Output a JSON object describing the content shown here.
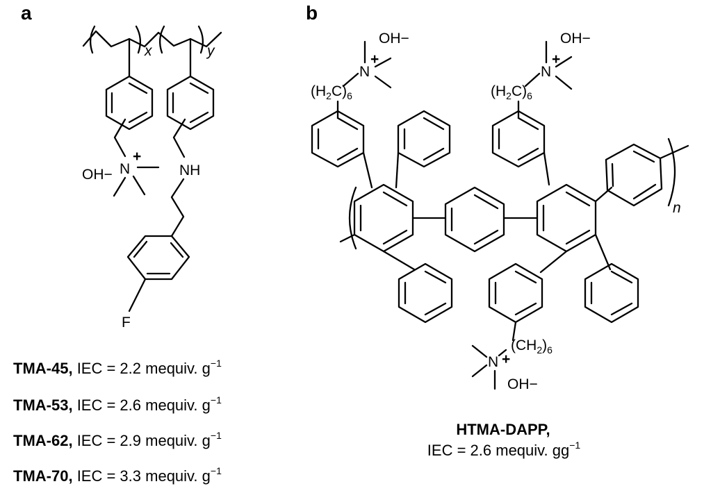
{
  "panels": {
    "a": {
      "letter": "a",
      "copolymer_labels": {
        "x": "x",
        "y": "y"
      },
      "ammonium": {
        "counter_ion": "OH−",
        "nitrogen": "N",
        "charge": "+"
      },
      "amine": "NH",
      "fluorine": "F",
      "samples": [
        {
          "name": "TMA-45,",
          "iec": "IEC = 2.2 mequiv. g",
          "sup": "−1"
        },
        {
          "name": "TMA-53,",
          "iec": "IEC = 2.6 mequiv. g",
          "sup": "−1"
        },
        {
          "name": "TMA-62,",
          "iec": "IEC = 2.9 mequiv. g",
          "sup": "−1"
        },
        {
          "name": "TMA-70,",
          "iec": "IEC = 3.3 mequiv. g",
          "sup": "−1"
        }
      ]
    },
    "b": {
      "letter": "b",
      "counter_ion": "OH−",
      "nitrogen": "N",
      "charge": "+",
      "spacer_left": "(H",
      "spacer_left_c": "C)",
      "spacer_right": "(CH",
      "sub_2": "2",
      "sub_6": "6",
      "repeat": "n",
      "name": "HTMA-DAPP,",
      "iec": "IEC = 2.6 mequiv. gg",
      "sup": "−1"
    }
  }
}
